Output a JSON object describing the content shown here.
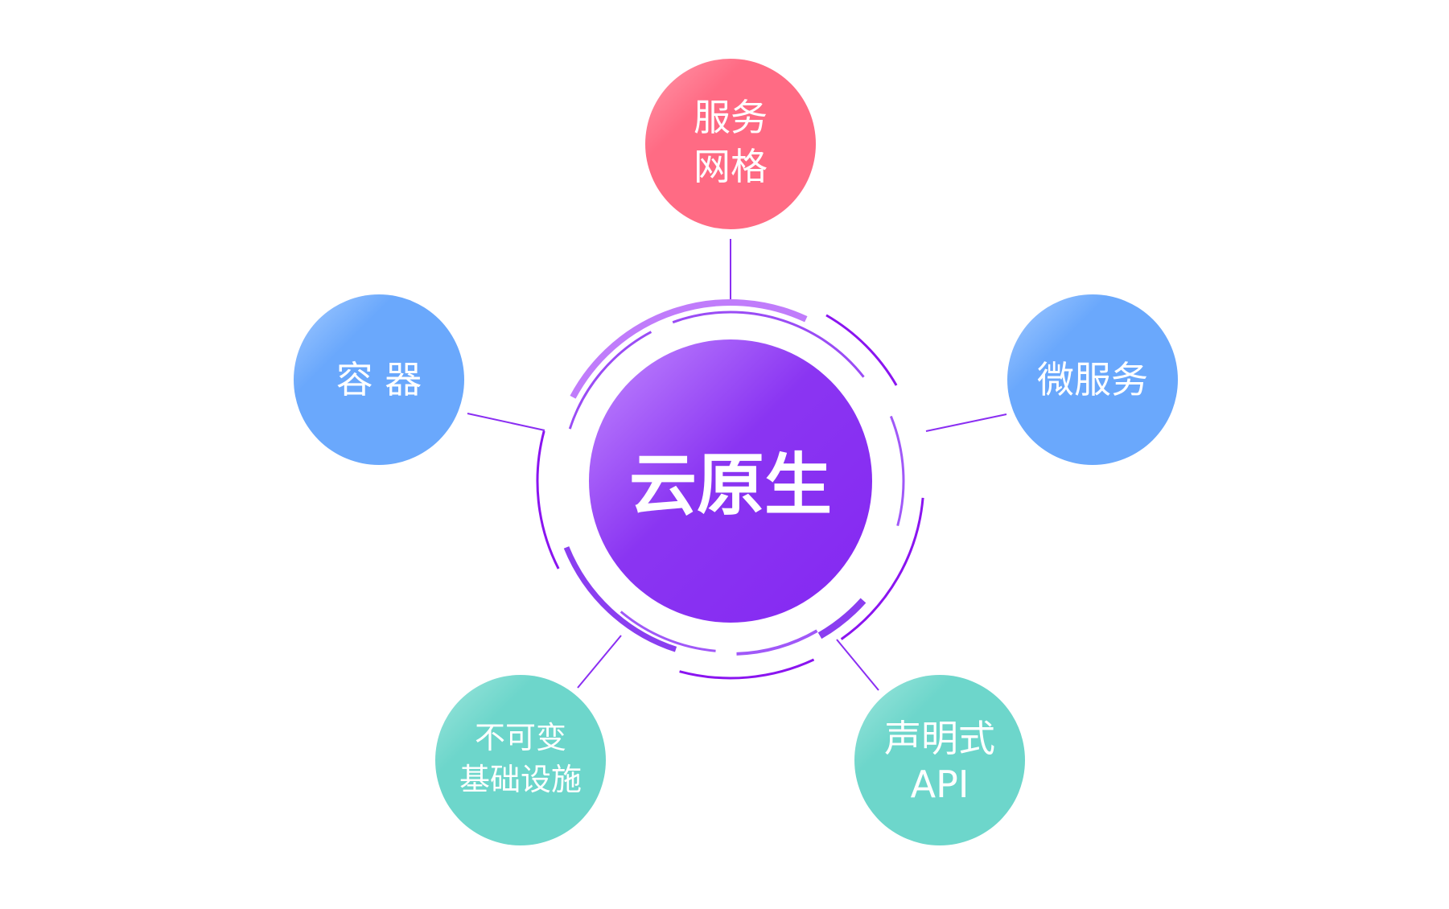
{
  "center": {
    "label": "云原生",
    "color": "#8a2ef2"
  },
  "nodes": [
    {
      "id": "service-mesh",
      "lines": [
        "服务",
        "网格"
      ],
      "color": "#ff6b84"
    },
    {
      "id": "microservices",
      "lines": [
        "微服务"
      ],
      "color": "#6aa8fc"
    },
    {
      "id": "declarative-api",
      "lines": [
        "声明式",
        "API"
      ],
      "color": "#6dd6cb"
    },
    {
      "id": "immutable-infra",
      "lines": [
        "不可变",
        "基础设施"
      ],
      "color": "#6dd6cb"
    },
    {
      "id": "containers",
      "lines": [
        "容 器"
      ],
      "color": "#6aa8fc"
    }
  ]
}
